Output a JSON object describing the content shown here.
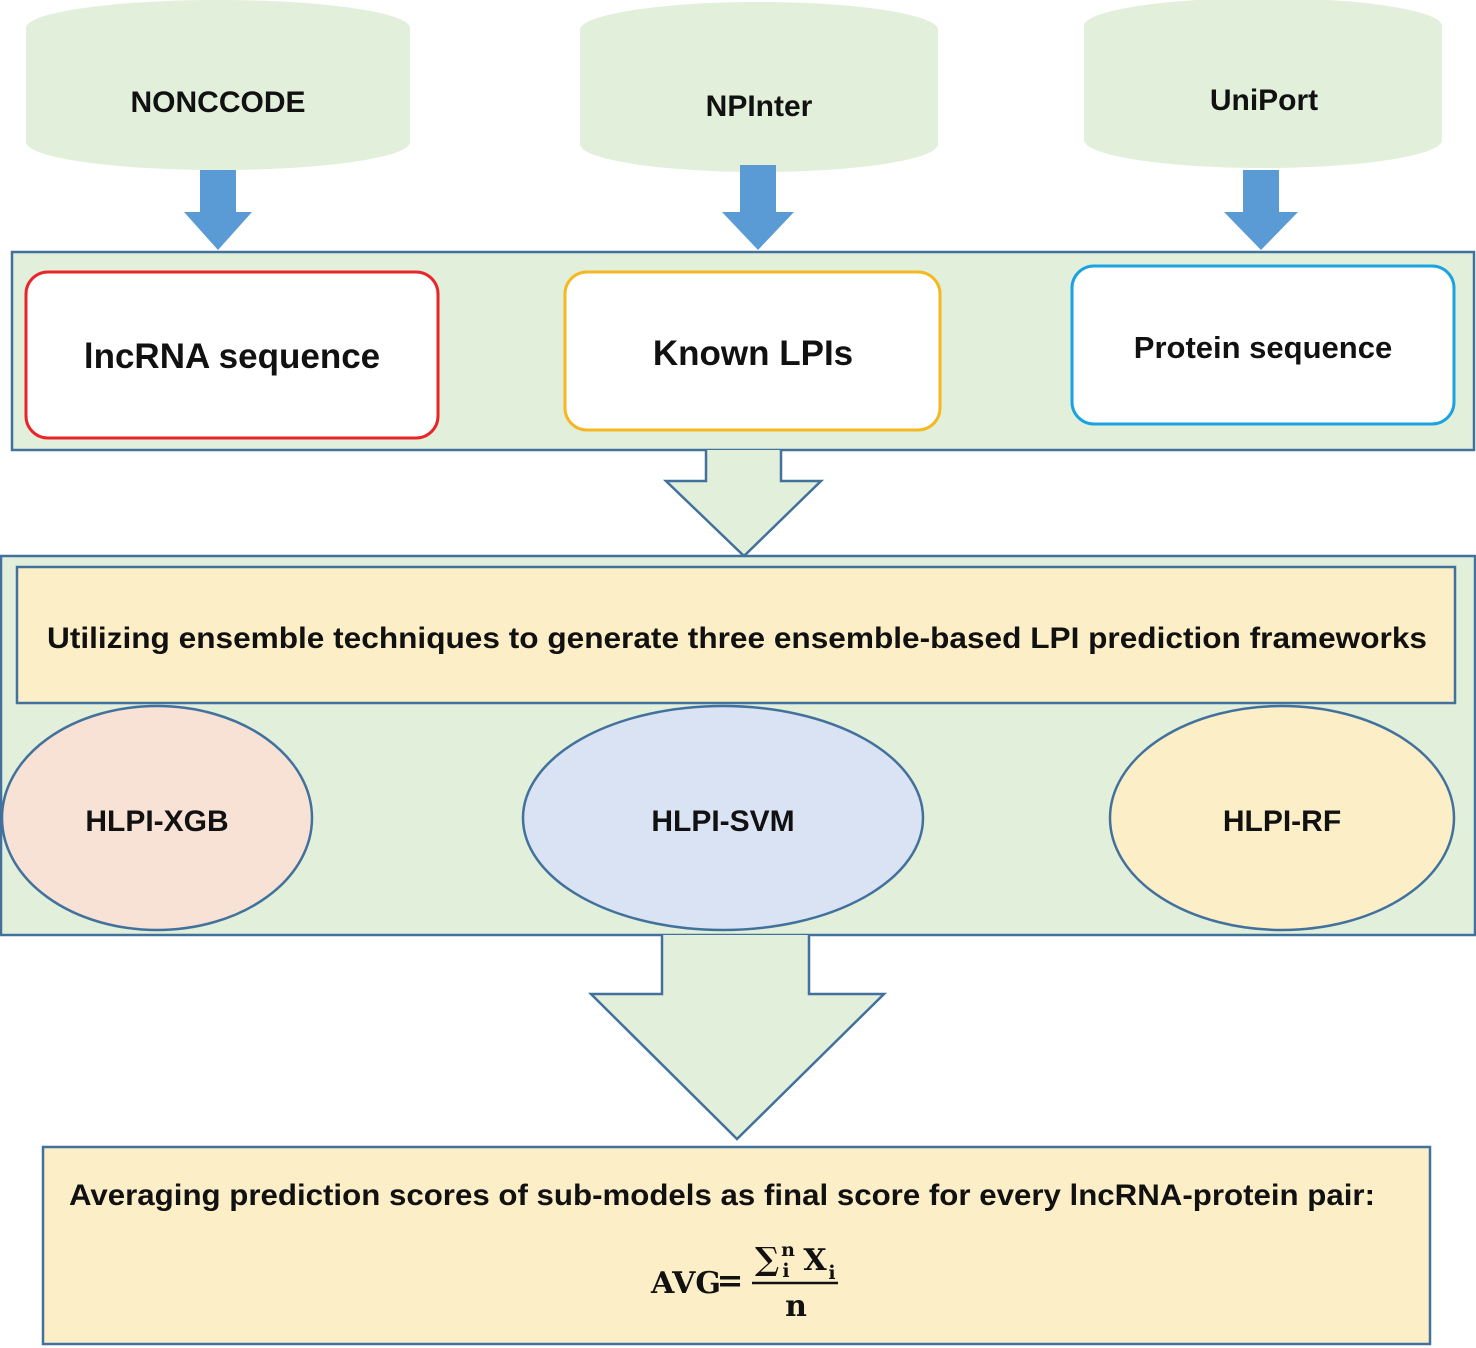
{
  "databases": [
    {
      "label": "NONCCODE"
    },
    {
      "label": "NPInter"
    },
    {
      "label": "UniPort"
    }
  ],
  "inputs": [
    {
      "label": "lncRNA sequence",
      "border_color": "#e8262a"
    },
    {
      "label": "Known LPIs",
      "border_color": "#f5b820"
    },
    {
      "label": "Protein sequence",
      "border_color": "#1aa3e0"
    }
  ],
  "ensemble": {
    "title": "Utilizing ensemble techniques to generate three ensemble-based LPI prediction frameworks",
    "models": [
      {
        "label": "HLPI-XGB",
        "fill": "#f8e2d6"
      },
      {
        "label": "HLPI-SVM",
        "fill": "#dae3f3"
      },
      {
        "label": "HLPI-RF",
        "fill": "#fcefc8"
      }
    ]
  },
  "final": {
    "text": "Averaging prediction scores of sub-models as final score for every lncRNA-protein pair:",
    "formula": {
      "lhs": "AVG",
      "equals": "=",
      "sum_symbol": "∑",
      "sum_sub": "i",
      "sum_sup": "n",
      "var": "X",
      "var_sub": "i",
      "denominator": "n"
    }
  },
  "colors": {
    "db_fill": "#e2efda",
    "panel_fill": "#e2efda",
    "panel_border": "#41719c",
    "arrow_blue": "#5b9bd5",
    "ensemble_title_fill": "#fcefc8",
    "final_fill": "#fcefc8"
  }
}
